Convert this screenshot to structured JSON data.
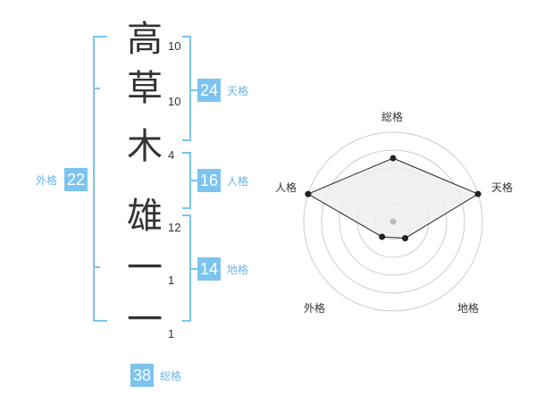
{
  "name": {
    "characters": [
      {
        "char": "高",
        "strokes": "10"
      },
      {
        "char": "草",
        "strokes": "10"
      },
      {
        "char": "木",
        "strokes": "4"
      },
      {
        "char": "雄",
        "strokes": "12"
      },
      {
        "char": "一",
        "strokes": "1"
      },
      {
        "char": "一",
        "strokes": "1"
      }
    ]
  },
  "fortunes": {
    "tenkaku": {
      "label": "天格",
      "value": "24"
    },
    "jinkaku": {
      "label": "人格",
      "value": "16"
    },
    "chikaku": {
      "label": "地格",
      "value": "14"
    },
    "gaikaku": {
      "label": "外格",
      "value": "22"
    },
    "soukaku": {
      "label": "総格",
      "value": "38"
    }
  },
  "radar": {
    "labels": {
      "top": "総格",
      "right": "天格",
      "bottom_right": "地格",
      "bottom_left": "外格",
      "left": "人格"
    },
    "values": {
      "soukaku": 0.71,
      "tenkaku": 1.0,
      "chikaku": 0.23,
      "gaikaku": 0.21,
      "jinkaku": 1.0
    },
    "colors": {
      "ring": "#cccccc",
      "fill": "#eeeeee",
      "line": "#222222",
      "center": "#bbbbbb"
    }
  },
  "colors": {
    "accent": "#7cc4ef"
  }
}
